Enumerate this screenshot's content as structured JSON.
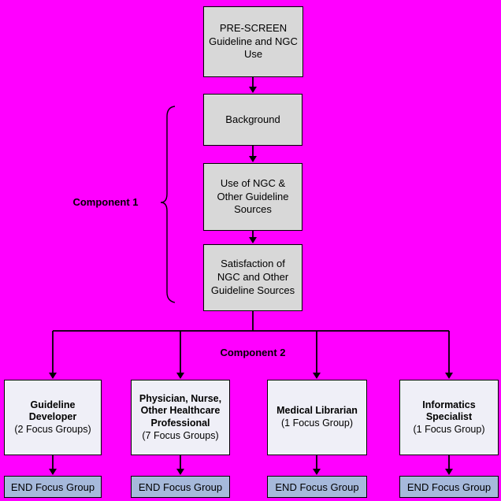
{
  "flow": {
    "prescreen": "PRE-SCREEN Guideline and NGC Use",
    "background_step": "Background",
    "use_ngc": "Use of NGC & Other Guideline Sources",
    "satisfaction": "Satisfaction of NGC and Other Guideline Sources",
    "component1": "Component 1",
    "component2": "Component 2",
    "groups": [
      {
        "title": "Guideline Developer",
        "subtitle": "(2 Focus Groups)"
      },
      {
        "title": "Physician, Nurse, Other Healthcare Professional",
        "subtitle": "(7 Focus Groups)"
      },
      {
        "title": "Medical Librarian",
        "subtitle": "(1 Focus Group)"
      },
      {
        "title": "Informatics Specialist",
        "subtitle": "(1 Focus Group)"
      }
    ],
    "end_label": "END Focus Group",
    "colors": {
      "background": "#ff00ff",
      "process_box": "#d8d8d8",
      "group_box": "#efeff7",
      "end_box": "#a6b9db",
      "line": "#000000"
    }
  }
}
